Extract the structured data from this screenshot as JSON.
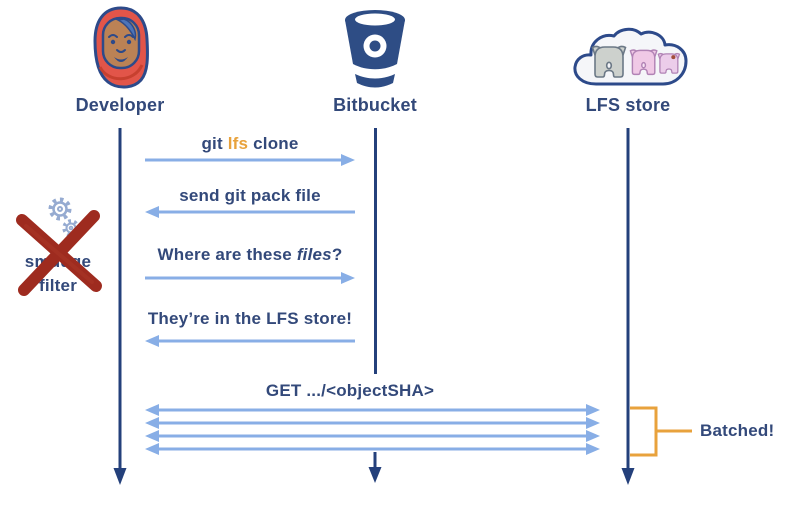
{
  "actors": {
    "developer": "Developer",
    "bitbucket": "Bitbucket",
    "lfs": "LFS store"
  },
  "messages": {
    "clone_pre": "git ",
    "clone_lfs": "lfs",
    "clone_post": " clone",
    "pack": "send git pack file",
    "where_pre": "Where are these ",
    "where_em": "files",
    "where_post": "?",
    "store": "They’re in the LFS store!",
    "get": "GET .../<objectSHA>"
  },
  "annotations": {
    "smudge_line1": "smudge",
    "smudge_line2": "filter",
    "batched": "Batched!"
  },
  "colors": {
    "text_navy": "#33497a",
    "lifeline_navy": "#24407b",
    "arrow_blue": "#88aee6",
    "accent_orange": "#e8a23c",
    "cross_red": "#9e2b1f",
    "bitbucket_blue": "#2e4d85",
    "hijab_red": "#e25549"
  }
}
